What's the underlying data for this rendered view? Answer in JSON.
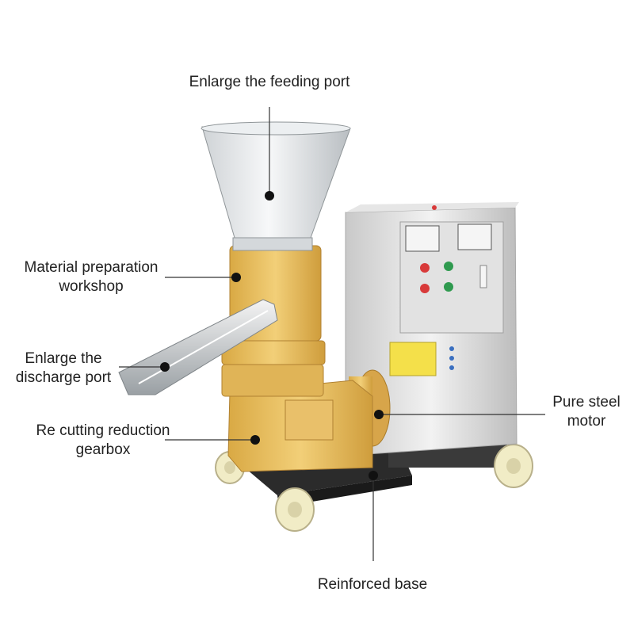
{
  "labels": {
    "feeding_port": "Enlarge the feeding port",
    "material_prep_line1": "Material preparation",
    "material_prep_line2": "workshop",
    "discharge_line1": "Enlarge the",
    "discharge_line2": "discharge port",
    "gearbox_line1": "Re cutting reduction",
    "gearbox_line2": "gearbox",
    "motor_line1": "Pure steel",
    "motor_line2": "motor",
    "base": "Reinforced base"
  },
  "colors": {
    "machine_yellow": "#e8c160",
    "steel": "#dcdcdc",
    "base_dark": "#2b2b2b",
    "wheel": "#f1ecc6",
    "indicator_red": "#d83a3a",
    "indicator_green": "#2f9a4f"
  }
}
